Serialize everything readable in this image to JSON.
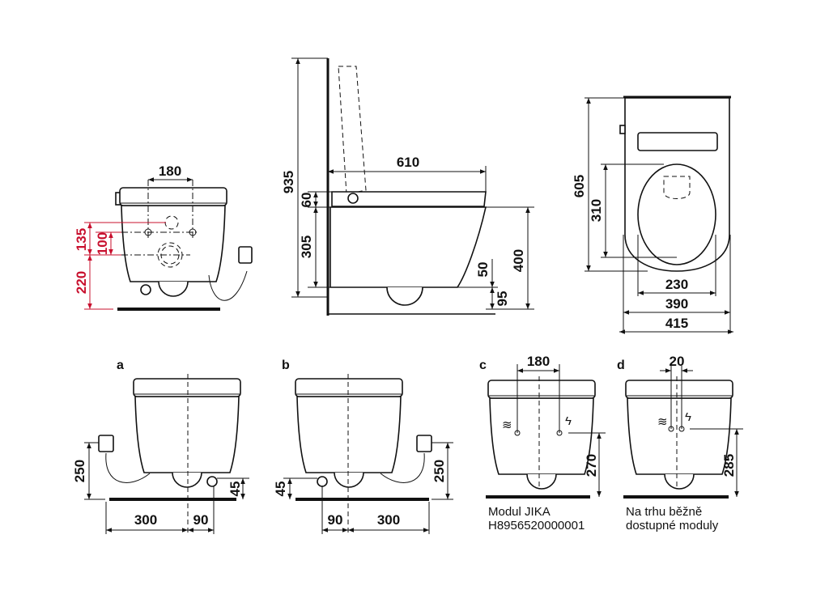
{
  "front_view": {
    "width_180": "180",
    "height_135": "135",
    "height_100": "100",
    "height_220": "220",
    "accent_color": "#c8102e"
  },
  "side_view": {
    "height_935": "935",
    "length_610": "610",
    "seat_60": "60",
    "body_305": "305",
    "outlet_50": "50",
    "height_400": "400",
    "gap_95": "95"
  },
  "top_view": {
    "length_605": "605",
    "seat_310": "310",
    "seat_230": "230",
    "width_390": "390",
    "width_415": "415"
  },
  "variant_a": {
    "label": "a",
    "plug_250": "250",
    "outlet_45": "45",
    "offset_300": "300",
    "offset_90": "90"
  },
  "variant_b": {
    "label": "b",
    "outlet_45": "45",
    "offset_90": "90",
    "offset_300": "300",
    "plug_250": "250"
  },
  "variant_c": {
    "label": "c",
    "spacing_180": "180",
    "height_270": "270",
    "caption_line1": "Modul JIKA",
    "caption_line2": "H8956520000001"
  },
  "variant_d": {
    "label": "d",
    "spacing_20": "20",
    "height_285": "285",
    "caption_line1": "Na trhu běžně",
    "caption_line2": "dostupné moduly"
  }
}
